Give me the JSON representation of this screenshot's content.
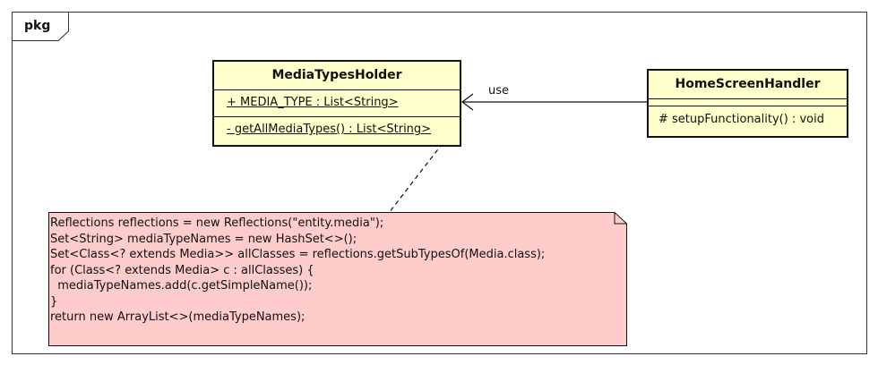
{
  "package": {
    "label": "pkg"
  },
  "classes": {
    "media_types_holder": {
      "name": "MediaTypesHolder",
      "attribute": "+ MEDIA_TYPE : List<String>",
      "operation": "- getAllMediaTypes() : List<String>"
    },
    "home_screen_handler": {
      "name": "HomeScreenHandler",
      "operation": "# setupFunctionality() : void"
    }
  },
  "relation": {
    "label": "use"
  },
  "note": {
    "text": "Reflections reflections = new Reflections(\"entity.media\");\nSet<String> mediaTypeNames = new HashSet<>();\nSet<Class<? extends Media>> allClasses = reflections.getSubTypesOf(Media.class);\nfor (Class<? extends Media> c : allClasses) {\n  mediaTypeNames.add(c.getSimpleName());\n}\nreturn new ArrayList<>(mediaTypeNames);"
  },
  "colors": {
    "class_fill": "#ffffcc",
    "note_fill": "#ffcccc",
    "line": "#111111"
  }
}
